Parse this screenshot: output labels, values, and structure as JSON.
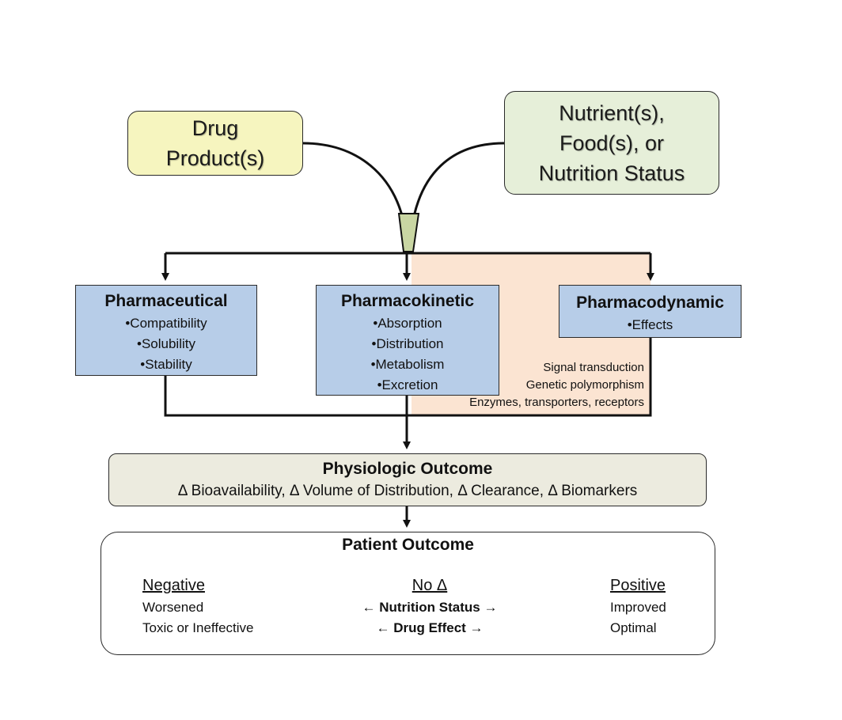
{
  "sources": {
    "drug": [
      "Drug",
      "Product(s)"
    ],
    "nutrient": [
      "Nutrient(s),",
      "Food(s), or",
      "Nutrition Status"
    ]
  },
  "categories": {
    "pharmaceutical": {
      "title": "Pharmaceutical",
      "items": [
        "•Compatibility",
        "•Solubility",
        "•Stability"
      ]
    },
    "pharmacokinetic": {
      "title": "Pharmacokinetic",
      "items": [
        "•Absorption",
        "•Distribution",
        "•Metabolism",
        "•Excretion"
      ]
    },
    "pharmacodynamic": {
      "title": "Pharmacodynamic",
      "items": [
        "•Effects"
      ]
    }
  },
  "pd_factors": [
    "Signal transduction",
    "Genetic polymorphism",
    "Enzymes,  transporters, receptors"
  ],
  "physiologic": {
    "title": "Physiologic Outcome",
    "measures": "Δ Bioavailability,  Δ Volume of Distribution,  Δ Clearance,  Δ Biomarkers"
  },
  "patient": {
    "title": "Patient Outcome",
    "negative": {
      "heading": "Negative",
      "lines": [
        "Worsened",
        "Toxic or Ineffective"
      ]
    },
    "no_change": {
      "heading": "No Δ",
      "lines": [
        "← Nutrition Status →",
        "← Drug Effect →"
      ]
    },
    "positive": {
      "heading": "Positive",
      "lines": [
        "Improved",
        "Optimal"
      ]
    }
  },
  "colors": {
    "drug_fill": "#f6f5bf",
    "nutrient_fill": "#e6efd9",
    "category_fill": "#b7cde8",
    "pd_region_fill": "#fbe4d2",
    "physiologic_fill": "#ecebdf",
    "funnel_fill": "#c9d6a3"
  }
}
